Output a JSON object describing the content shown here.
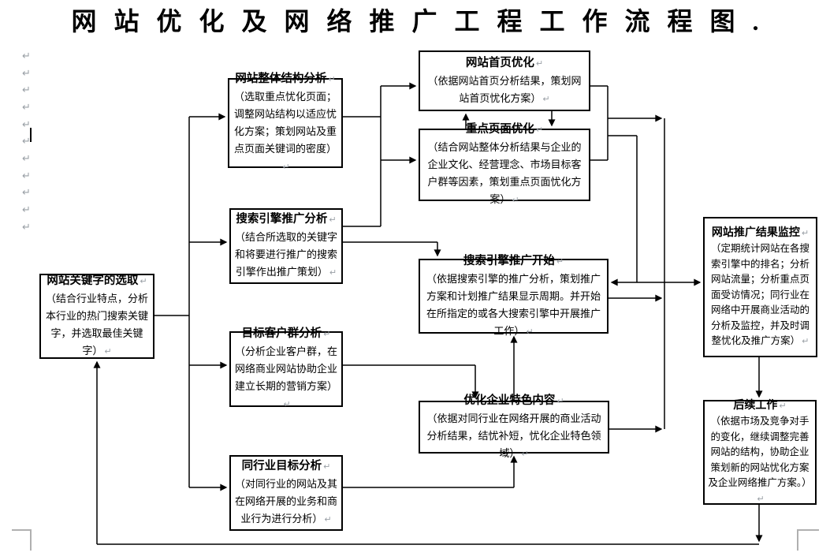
{
  "page": {
    "title": "网站优化及网络推广工程工作流程图."
  },
  "icons": {
    "return_mark": "↵"
  },
  "colors": {
    "line": "#000000",
    "formatting_mark": "#9aa0a6",
    "background": "#ffffff"
  },
  "nodes": {
    "keyword": {
      "title": "网站关键字的选取",
      "body": "（结合行业特点，分析本行业的热门搜索关键字，并选取最佳关键字）"
    },
    "structure": {
      "title": "网站整体结构分析",
      "body": "（选取重点忧化页面；调整网站结构以适应忧化方案；策划网站及重点页面关键词的密度）"
    },
    "engine_analysis": {
      "title": "搜索引擎推广分析",
      "body": "（结合所选取的关键字和将要进行推广的搜索引擎作出推广策划）"
    },
    "customer": {
      "title": "目标客户群分析",
      "body": "（分析企业客户群，在网络商业网站协助企业建立长期的营销方案）"
    },
    "industry": {
      "title": "同行业目标分析",
      "body": "（对同行业的网站及其在网络开展的业务和商业行为进行分析）"
    },
    "homepage": {
      "title": "网站首页优化",
      "body": "（依据网站首页分析结果，策划网站首页忧化方案）"
    },
    "keypage": {
      "title": "重点页面优化",
      "body": "（结合网站整体分析结果与企业的企业文化、经营理念、市场目标客户群等因素，策划重点页面忧化方案）"
    },
    "promo_start": {
      "title": "搜索引擎推广开始",
      "body": "（依据搜索引擎的推广分析，策划推广方案和计划推广结果显示周期。并开始在所指定的或各大搜索引擎中开展推广工作）"
    },
    "feature": {
      "title": "优化企业特色内容",
      "body": "（依据对同行业在网络开展的商业活动分析结果，结忧补短，忧化企业特色领域）"
    },
    "monitor": {
      "title": "网站推广结果监控",
      "body": "（定期统计网站在各搜索引擎中的排名；分析网站流量；分析重点页面受访情况；同行业在网络中开展商业活动的分析及监控，并及时调整忧化及推广方案）"
    },
    "followup": {
      "title": "后续工作",
      "body": "（依据市场及竞争对手的变化，继续调整完善网站的结构，协助企业策划新的网站忧化方案及企业网络推广方案。）"
    }
  }
}
